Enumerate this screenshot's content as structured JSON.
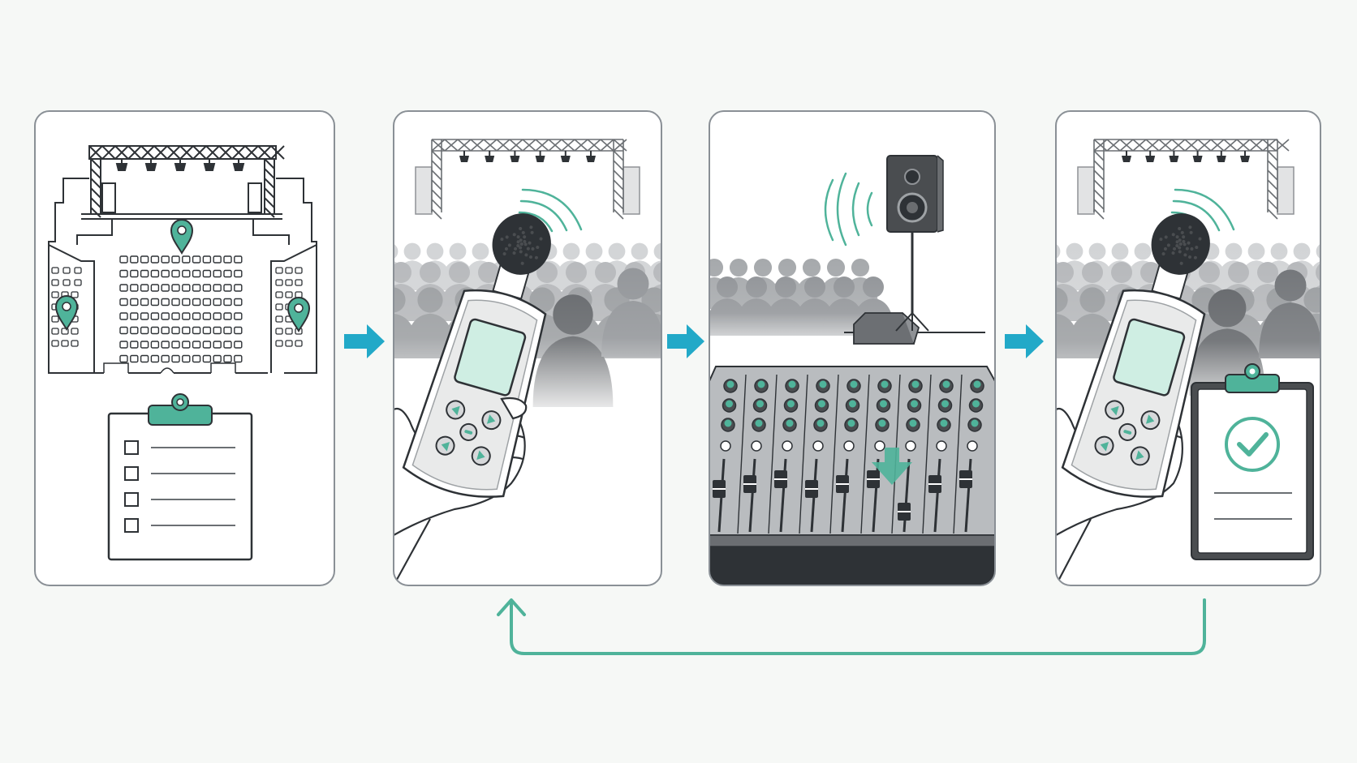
{
  "colors": {
    "background": "#f6f8f6",
    "panel_border": "#8a9096",
    "ink": "#2e3236",
    "teal": "#4fb39a",
    "teal_light": "#cfeee3",
    "arrow_blue": "#22a9c8",
    "crowd_dark": "#5f6266",
    "crowd_mid": "#8f9296",
    "crowd_light": "#c3c5c8",
    "console_grey": "#b9bcbf"
  },
  "flow": {
    "steps": [
      {
        "id": "survey",
        "icons": [
          "venue-floor-plan",
          "location-pin-icon",
          "checklist-clipboard-icon"
        ]
      },
      {
        "id": "measure",
        "icons": [
          "stage-truss",
          "crowd",
          "sound-level-meter-icon",
          "sound-wave-icon",
          "hand"
        ]
      },
      {
        "id": "adjust",
        "icons": [
          "loudspeaker-icon",
          "sound-wave-icon",
          "crowd",
          "mixing-console",
          "fader-down-arrow-icon"
        ]
      },
      {
        "id": "verify",
        "icons": [
          "stage-truss",
          "crowd",
          "sound-level-meter-icon",
          "check-clipboard-icon"
        ]
      }
    ],
    "connectors": [
      "arrow-right-icon",
      "arrow-right-icon",
      "arrow-right-icon"
    ],
    "feedback_loop": {
      "from": "verify",
      "to": "measure"
    }
  }
}
